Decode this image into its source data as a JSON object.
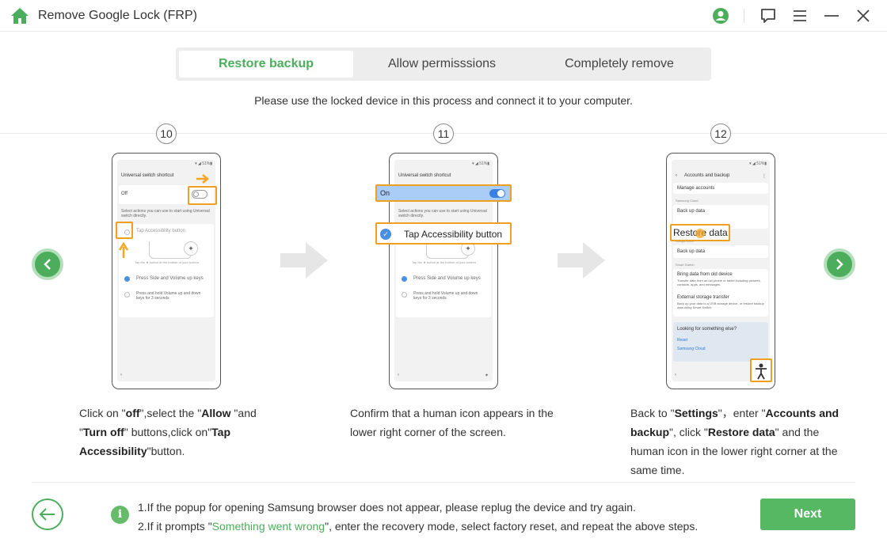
{
  "window": {
    "title": "Remove Google Lock (FRP)",
    "brand_color": "#4cae5c"
  },
  "tabs": [
    {
      "label": "Restore backup",
      "active": true
    },
    {
      "label": "Allow permisssions",
      "active": false
    },
    {
      "label": "Completely remove",
      "active": false
    }
  ],
  "instruction": "Please use the locked device in this process and connect it to your computer.",
  "steps": [
    {
      "number": "10",
      "screen": {
        "title": "Universal switch shortcut",
        "toggle_label": "Off",
        "desc": "Select actions you can use to start using Universal switch directly.",
        "tap_label": "Tap Accessibility button",
        "hint": "Tap the ★ button at the bottom of your screen",
        "opt1": "Press Side and Volume up keys",
        "opt2": "Press and hold Volume up and down keys for 3 seconds"
      },
      "desc_parts": [
        "Click on \"",
        "off",
        "\",select the \"",
        "Allow",
        " \"and \"",
        "Turn off",
        "\" buttons,click on\"",
        "Tap Accessibility",
        "\"button."
      ]
    },
    {
      "number": "11",
      "screen": {
        "title": "Universal switch shortcut",
        "toggle_label": "On",
        "desc": "Select actions you can use to start using Universal switch directly.",
        "tap_label": "Tap Accessibility button",
        "hint": "Tap the ★ button at the bottom of your screen",
        "opt1": "Press Side and Volume up keys",
        "opt2": "Press and hold Volume up and down keys for 3 seconds"
      },
      "desc_text": "Confirm that a human icon appears in the lower right corner of the screen."
    },
    {
      "number": "12",
      "screen": {
        "title": "Accounts and backup",
        "manage": "Manage accounts",
        "section1": "Samsung Cloud",
        "backup1": "Back up data",
        "restore": "Restore data",
        "section2": "Google Drive",
        "backup2": "Back up data",
        "section3": "Smart Switch",
        "bring": "Bring data from old device",
        "bring_desc": "Transfer data from an old phone or tablet including pictures, contacts, apps, and messages.",
        "external": "External storage transfer",
        "external_desc": "Back up your data to a USB storage device, or restore backup data using Smart Switch.",
        "looking": "Looking for something else?",
        "reset": "Reset",
        "cloud": "Samsung Cloud"
      },
      "desc_parts": [
        "Back to \"",
        "Settings",
        "\"，enter \"",
        "Accounts and backup",
        "\", click \"",
        "Restore data",
        "\" and the human icon in the lower right corner at the same time."
      ]
    }
  ],
  "status_bar": "▾ ◢ 51%▮",
  "notes": {
    "line1": "1.If the popup for opening Samsung browser does not appear, please replug the device and try again.",
    "line2_before": "2.If it prompts \"",
    "line2_link": "Something went wrong",
    "line2_after": "\", enter the recovery mode, select factory reset, and repeat the above steps."
  },
  "next_label": "Next",
  "icons": {
    "app": "home-icon",
    "account": "account-icon",
    "feedback": "feedback-icon",
    "menu": "menu-icon",
    "minimize": "minimize-icon",
    "close": "close-icon",
    "prev": "chevron-left-icon",
    "next": "chevron-right-icon",
    "back": "arrow-left-icon",
    "info": "info-icon"
  }
}
